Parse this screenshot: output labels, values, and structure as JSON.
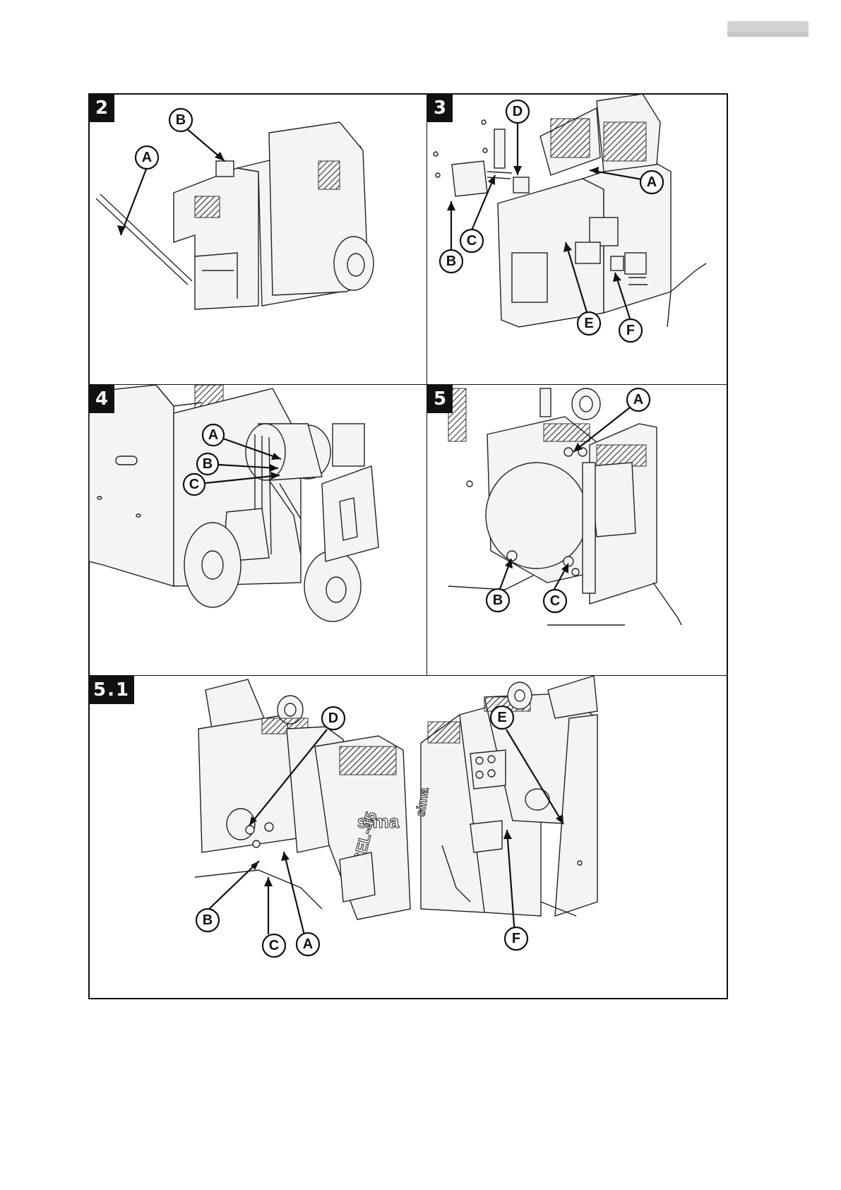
{
  "figures": [
    {
      "number": "2",
      "callouts": [
        "A",
        "B"
      ]
    },
    {
      "number": "3",
      "callouts": [
        "D",
        "A",
        "C",
        "B",
        "E",
        "F"
      ]
    },
    {
      "number": "4",
      "callouts": [
        "A",
        "B",
        "C"
      ]
    },
    {
      "number": "5",
      "callouts": [
        "A",
        "B",
        "C"
      ]
    },
    {
      "number": "5.1",
      "callouts": [
        "D",
        "B",
        "C",
        "A",
        "E",
        "F"
      ],
      "machine_labels": [
        "sima",
        "CEL-45"
      ]
    }
  ]
}
